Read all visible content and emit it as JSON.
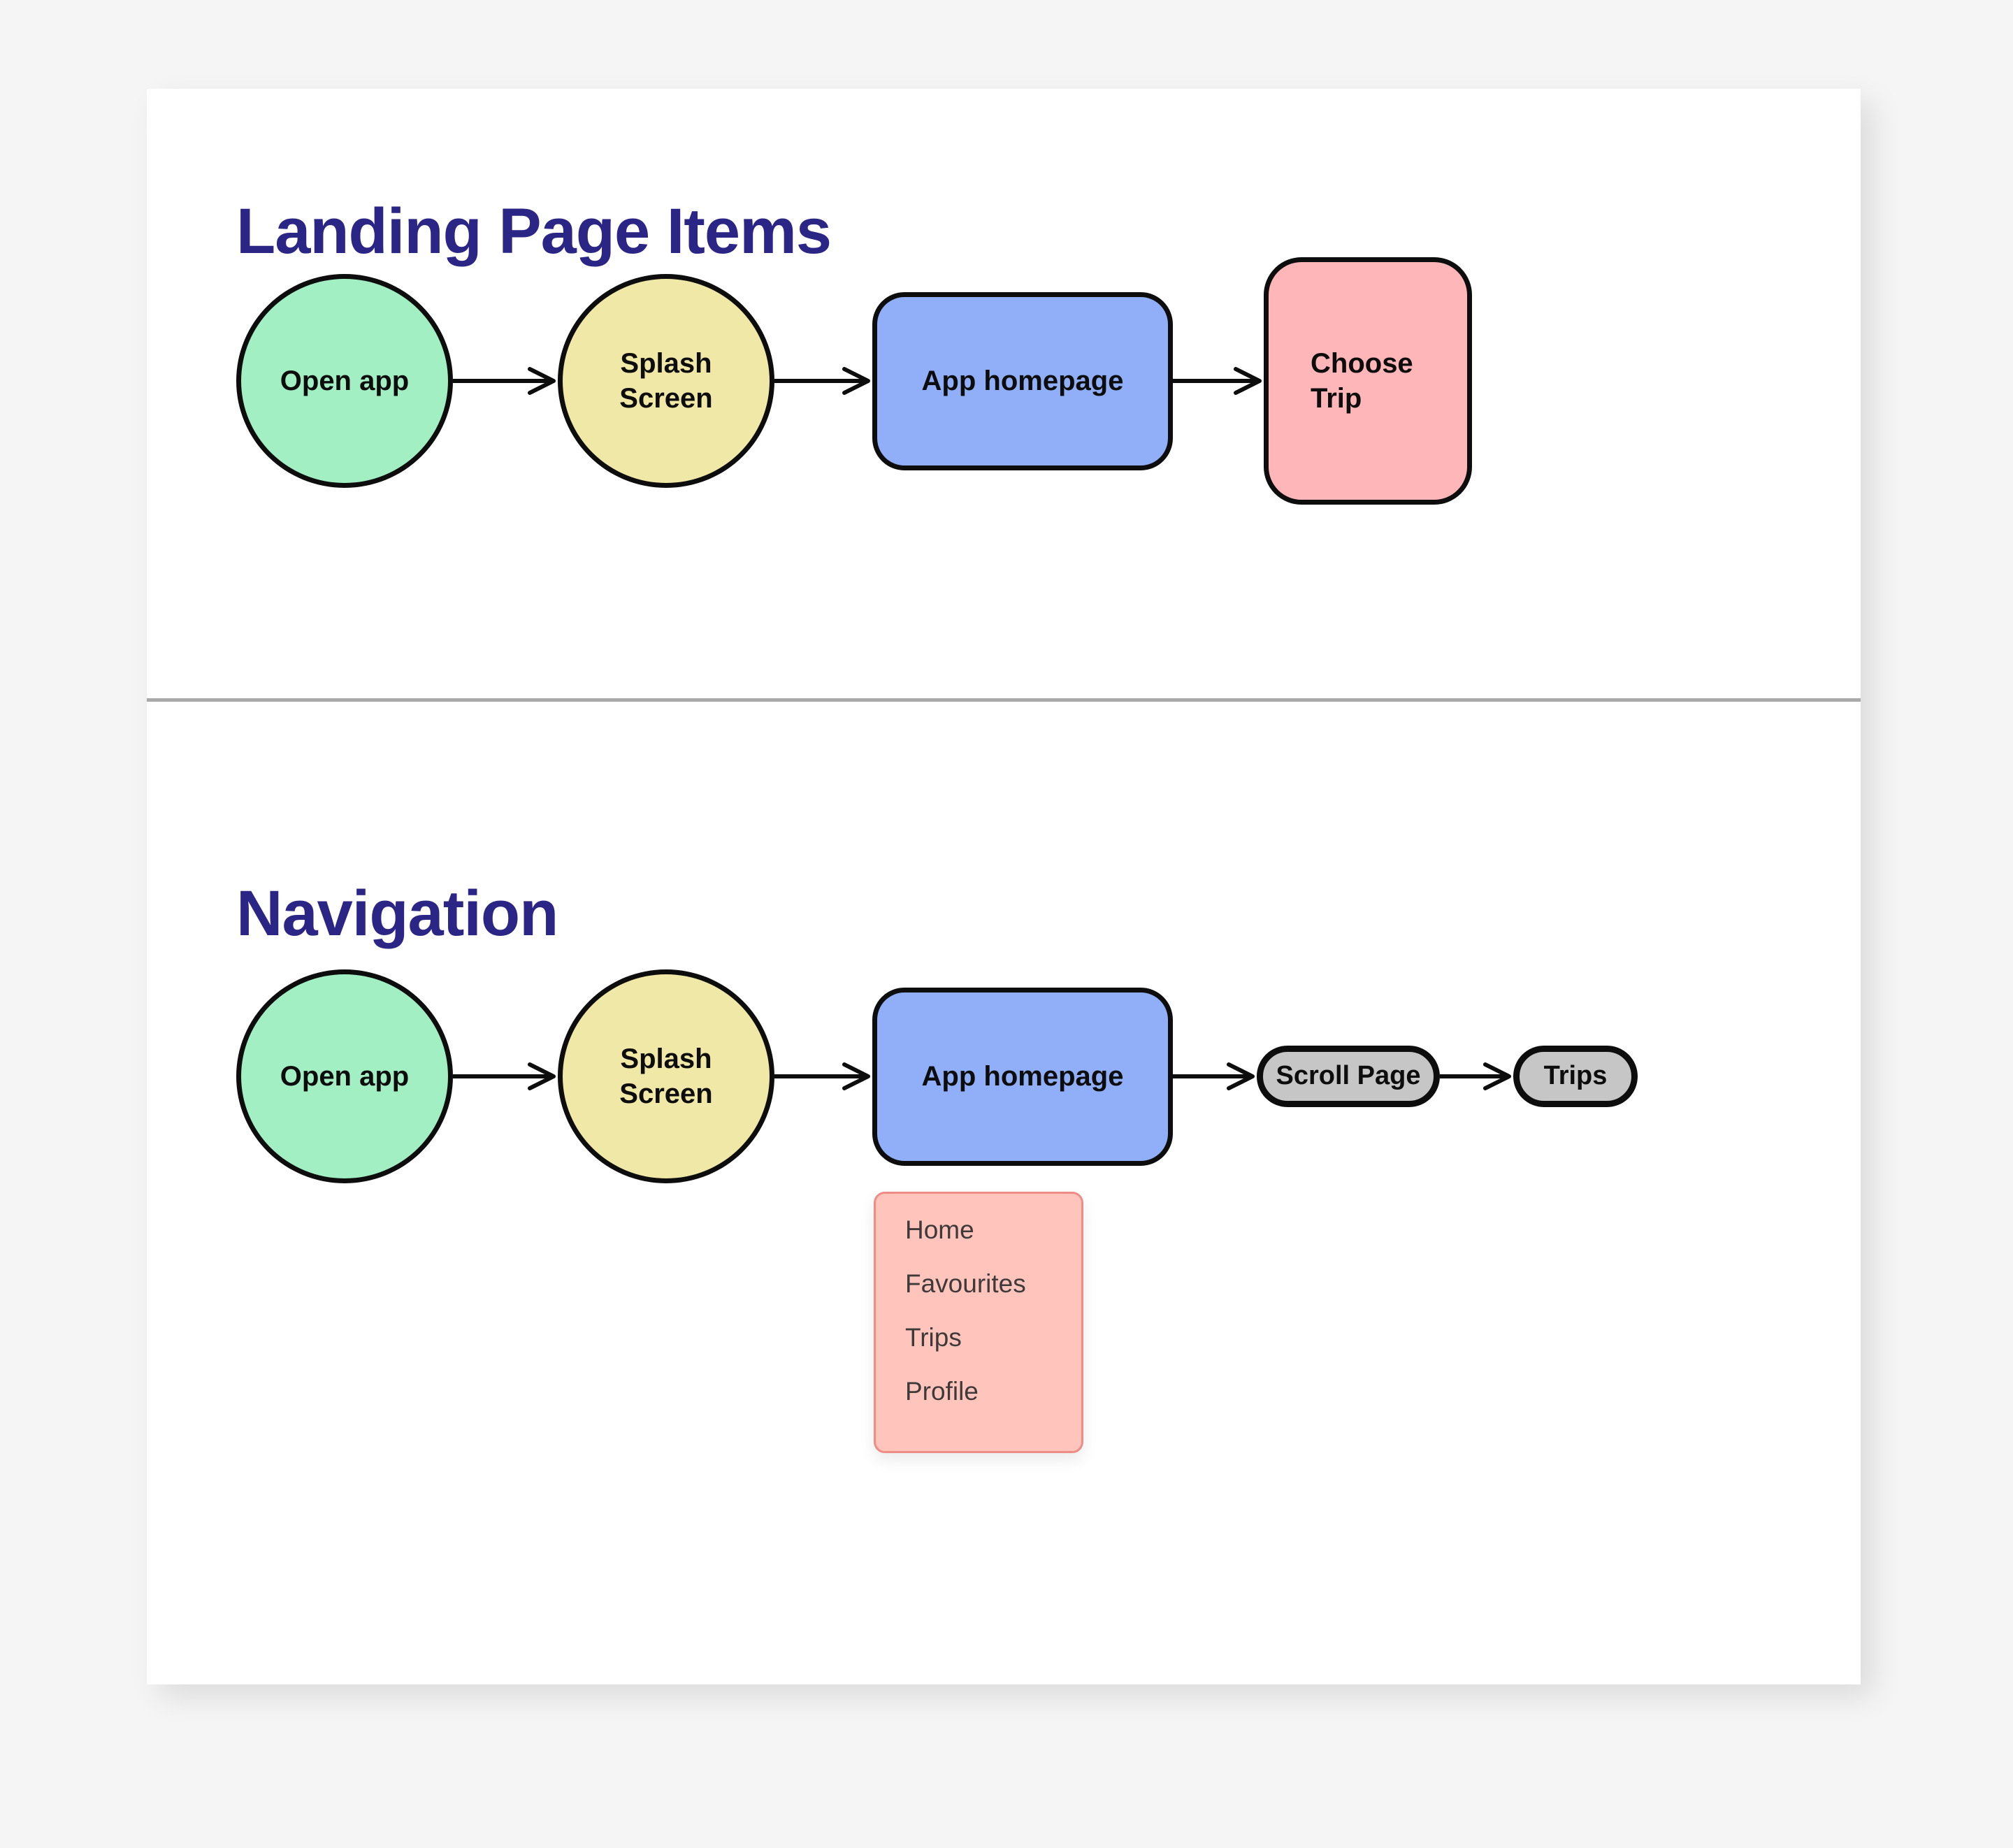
{
  "app": {
    "background": "#f5f5f6",
    "card_background": "#ffffff",
    "divider_color": "#a9a9a9",
    "title_color": "#2b2585",
    "stroke_color": "#0d0d0d"
  },
  "sections": [
    {
      "title": "Landing Page Items",
      "nodes": [
        {
          "id": "open-app",
          "shape": "ellipse",
          "fill": "#a2efc3",
          "label": "Open app"
        },
        {
          "id": "splash-screen",
          "shape": "ellipse",
          "fill": "#f0e8a6",
          "label": "Splash Screen"
        },
        {
          "id": "app-homepage",
          "shape": "rounded-rect",
          "fill": "#90aff8",
          "label": "App homepage"
        },
        {
          "id": "choose-trip",
          "shape": "rounded-rect",
          "fill": "#ffb6b8",
          "label": "Choose Trip"
        }
      ]
    },
    {
      "title": "Navigation",
      "nodes": [
        {
          "id": "open-app",
          "shape": "ellipse",
          "fill": "#a2efc3",
          "label": "Open app"
        },
        {
          "id": "splash-screen",
          "shape": "ellipse",
          "fill": "#f0e8a6",
          "label": "Splash Screen"
        },
        {
          "id": "app-homepage",
          "shape": "rounded-rect",
          "fill": "#90aff8",
          "label": "App homepage"
        },
        {
          "id": "scroll-page",
          "shape": "pill",
          "fill": "#c6c6c6",
          "label": "Scroll Page"
        },
        {
          "id": "trips",
          "shape": "pill",
          "fill": "#c6c6c6",
          "label": "Trips"
        }
      ],
      "nav_menu": {
        "fill": "#ffc4bc",
        "border": "#ee8d85",
        "items": [
          "Home",
          "Favourites",
          "Trips",
          "Profile"
        ]
      }
    }
  ]
}
